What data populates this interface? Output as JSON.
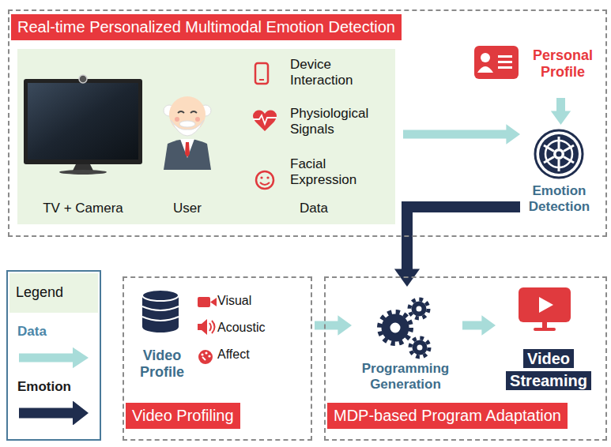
{
  "diagram": {
    "nodes": [
      {
        "text": [
          "Real-time Personalized Multimodal Emotion Detection"
        ]
      },
      {
        "text": [
          "TV + Camera",
          "User",
          "Data",
          "Device Interaction",
          "Physiological Signals",
          "Facial Expression"
        ],
        "in": 0
      },
      {
        "text": [
          "Personal Profile"
        ],
        "in": 0
      },
      {
        "text": [
          "Emotion Detection"
        ],
        "in": 0
      },
      {
        "text": [
          "Video Profiling"
        ]
      },
      {
        "text": [
          "Video Profile",
          "Visual",
          "Acoustic",
          "Affect"
        ],
        "in": 4
      },
      {
        "text": [
          "MDP-based Program Adaptation"
        ]
      },
      {
        "text": [
          "Programming Generation"
        ],
        "in": 6
      },
      {
        "text": [
          "Video Streaming"
        ],
        "in": 6
      }
    ],
    "edges": [
      {
        "from": 1,
        "to": 3,
        "arrow": "to"
      },
      {
        "from": 2,
        "to": 3,
        "arrow": "to"
      },
      {
        "from": 3,
        "to": 7,
        "arrow": "to"
      },
      {
        "from": 4,
        "to": 7,
        "arrow": "to"
      },
      {
        "from": 7,
        "to": 8,
        "arrow": "to"
      }
    ],
    "labels": [
      "Legend"
    ],
    "legend": [
      {
        "text": "Data"
      },
      {
        "text": "Emotion"
      }
    ]
  }
}
